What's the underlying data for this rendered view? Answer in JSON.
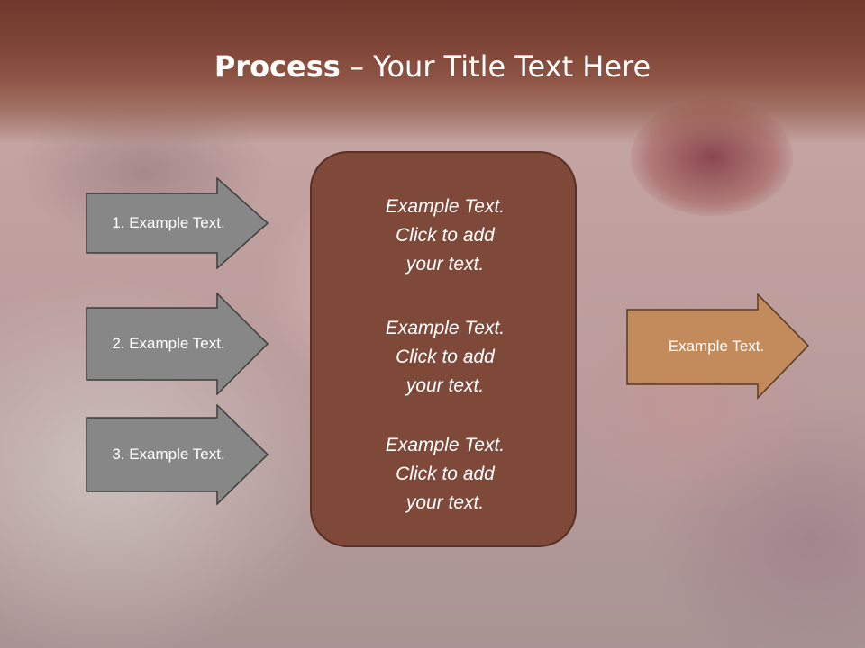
{
  "title": {
    "bold": "Process",
    "rest": " – Your Title Text Here"
  },
  "left_arrows": [
    {
      "label": "1. Example Text."
    },
    {
      "label": "2. Example Text."
    },
    {
      "label": "3. Example Text."
    }
  ],
  "center_box": {
    "paragraphs": [
      "Example Text.\nClick  to add\nyour text.",
      "Example Text.\nClick  to add\nyour text.",
      "Example Text.\nClick  to add\nyour text."
    ]
  },
  "right_arrow": {
    "label": "Example Text."
  },
  "colors": {
    "header": "#7d4436",
    "left_arrow_fill": "#878787",
    "center_box_fill": "#7e4939",
    "right_arrow_fill": "#c38a5c"
  }
}
